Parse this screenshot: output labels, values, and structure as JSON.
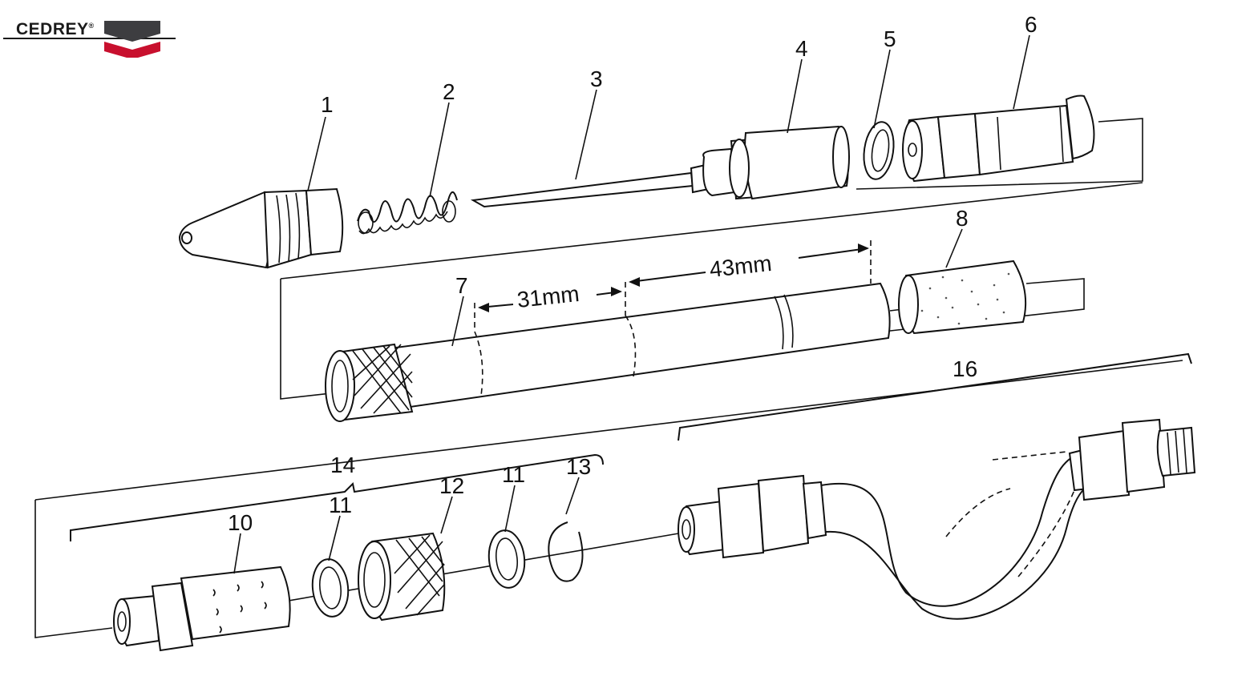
{
  "brand": {
    "name": "CEDREY",
    "mark": "®",
    "colors": {
      "dark": "#3d3d40",
      "red": "#c8102e"
    }
  },
  "callouts": {
    "c1": "1",
    "c2": "2",
    "c3": "3",
    "c4": "4",
    "c5": "5",
    "c6": "6",
    "c7": "7",
    "c8": "8",
    "c10": "10",
    "c11a": "11",
    "c11b": "11",
    "c12": "12",
    "c13": "13",
    "c14": "14",
    "c16": "16"
  },
  "dimensions": {
    "d31": "31mm",
    "d43": "43mm"
  }
}
